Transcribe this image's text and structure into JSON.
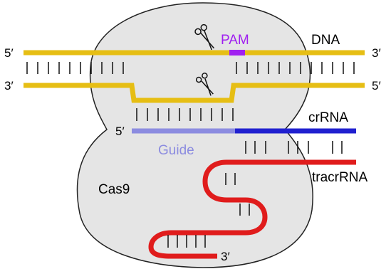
{
  "labels": {
    "dna": "DNA",
    "pam": "PAM",
    "crrna": "crRNA",
    "guide": "Guide",
    "cas9": "Cas9",
    "tracrrna": "tracrRNA",
    "dna_top_left_end": "5′",
    "dna_top_right_end": "3′",
    "dna_bottom_left_end": "3′",
    "dna_bottom_right_end": "5′",
    "crrna_left_end": "5′",
    "tracrrna_end": "3′"
  },
  "colors": {
    "dna": "#e6be14",
    "pam": "#a020f0",
    "crrna": "#2020d0",
    "guide": "#8c8ce0",
    "tracrrna": "#e01c1c",
    "cas9_fill": "#e5e5e5",
    "cas9_outline": "#222222"
  },
  "icons": {
    "top_cut": "scissors-icon",
    "bottom_cut": "scissors-icon"
  }
}
